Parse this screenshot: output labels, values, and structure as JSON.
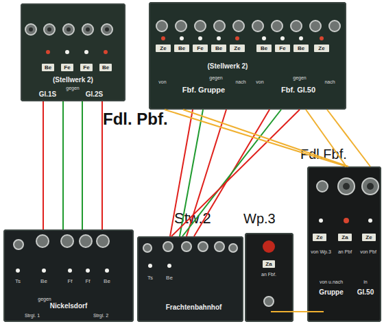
{
  "diagram": {
    "nodes": [
      {
        "text": [
          "Be",
          "Fe",
          "Fe",
          "Be",
          "(Stellwerk 2)",
          "gegen",
          "Gl.1S",
          "Gl.2S"
        ]
      },
      {
        "text": [
          "Ze",
          "Be",
          "Fe",
          "Be",
          "Ze",
          "Be",
          "Fe",
          "Be",
          "Ze",
          "(Stellwerk 2)",
          "von",
          "gegen",
          "nach",
          "Fbf. Gruppe",
          "von",
          "gegen",
          "nach",
          "Fbf. Gl.50"
        ]
      },
      {
        "text": [
          "Ts",
          "Be",
          "Ff",
          "Ff",
          "Be",
          "gegen",
          "Nickelsdorf",
          "Strgl. 1",
          "Strgl. 2"
        ]
      },
      {
        "text": [
          "Ts",
          "Be",
          "Frachtenbahnhof"
        ]
      },
      {
        "text": [
          "Wp.3",
          "Za",
          "an Fbf."
        ]
      },
      {
        "text": [
          "Fdl.Fbf.",
          "Ze",
          "von Wp.3",
          "Za",
          "an Pbf",
          "Ze",
          "von Pbf",
          "von u.nach",
          "in",
          "Gruppe",
          "Gl.50"
        ]
      }
    ],
    "edges": [
      {
        "from": 0,
        "to": 2,
        "arrow": "none"
      },
      {
        "from": 0,
        "to": 2,
        "arrow": "none"
      },
      {
        "from": 0,
        "to": 2,
        "arrow": "none"
      },
      {
        "from": 0,
        "to": 2,
        "arrow": "none"
      },
      {
        "from": 1,
        "to": 3,
        "arrow": "none"
      },
      {
        "from": 1,
        "to": 3,
        "arrow": "none"
      },
      {
        "from": 1,
        "to": 3,
        "arrow": "none"
      },
      {
        "from": 1,
        "to": 3,
        "arrow": "none"
      },
      {
        "from": 1,
        "to": 3,
        "arrow": "none"
      },
      {
        "from": 1,
        "to": 3,
        "arrow": "none"
      },
      {
        "from": 1,
        "to": 5,
        "arrow": "none"
      },
      {
        "from": 1,
        "to": 5,
        "arrow": "none"
      },
      {
        "from": 1,
        "to": 5,
        "arrow": "none"
      },
      {
        "from": 1,
        "to": 5,
        "arrow": "none"
      },
      {
        "from": 4,
        "to": 5,
        "arrow": "none"
      }
    ],
    "labels": [
      "Fdl. Pbf.",
      "Stw.2"
    ]
  }
}
